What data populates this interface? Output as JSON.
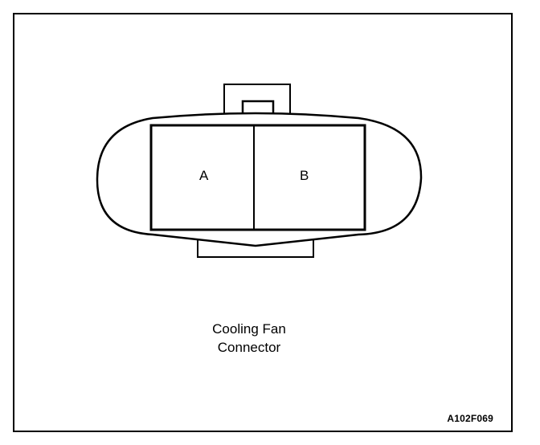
{
  "connector": {
    "pins": [
      {
        "label": "A"
      },
      {
        "label": "B"
      }
    ]
  },
  "caption": {
    "line1": "Cooling Fan",
    "line2": "Connector"
  },
  "figure_id": "A102F069"
}
